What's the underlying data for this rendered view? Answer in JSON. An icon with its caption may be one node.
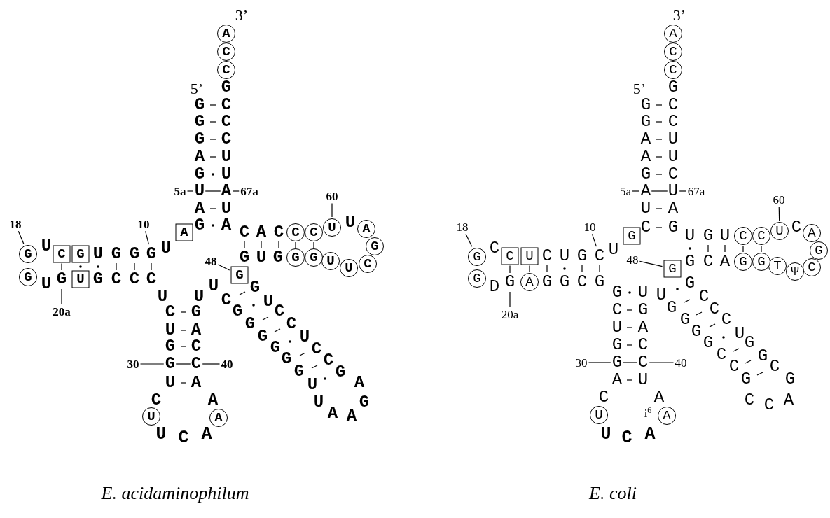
{
  "diagram": {
    "nodes": [
      {
        "text": [
          "A"
        ]
      },
      {
        "text": [
          "C"
        ]
      },
      {
        "text": [
          "C"
        ]
      },
      {
        "text": [
          "5a"
        ]
      },
      {
        "text": [
          "U"
        ]
      },
      {
        "text": [
          "A"
        ]
      },
      {
        "text": [
          "67a"
        ]
      },
      {
        "text": [
          "A"
        ]
      },
      {
        "text": [
          "10"
        ]
      },
      {
        "text": [
          "G"
        ]
      },
      {
        "text": [
          "18"
        ]
      },
      {
        "text": [
          "G"
        ]
      },
      {
        "text": [
          "C"
        ]
      },
      {
        "text": [
          "G"
        ]
      },
      {
        "text": [
          "G"
        ]
      },
      {
        "text": [
          "U"
        ]
      },
      {
        "text": [
          "G"
        ]
      },
      {
        "text": [
          "20a"
        ]
      },
      {
        "text": [
          "60"
        ]
      },
      {
        "text": [
          "C"
        ]
      },
      {
        "text": [
          "C"
        ]
      },
      {
        "text": [
          "U"
        ]
      },
      {
        "text": [
          "A"
        ]
      },
      {
        "text": [
          "G"
        ]
      },
      {
        "text": [
          "C"
        ]
      },
      {
        "text": [
          "U"
        ]
      },
      {
        "text": [
          "U"
        ]
      },
      {
        "text": [
          "G"
        ]
      },
      {
        "text": [
          "G"
        ]
      },
      {
        "text": [
          "48"
        ]
      },
      {
        "text": [
          "G"
        ]
      },
      {
        "text": [
          "30"
        ]
      },
      {
        "text": [
          "G"
        ]
      },
      {
        "text": [
          "C"
        ]
      },
      {
        "text": [
          "40"
        ]
      },
      {
        "text": [
          "U"
        ]
      },
      {
        "text": [
          "A"
        ]
      },
      {
        "text": [
          "A"
        ]
      },
      {
        "text": [
          "C"
        ]
      },
      {
        "text": [
          "C"
        ]
      },
      {
        "text": [
          "5a"
        ]
      },
      {
        "text": [
          "A"
        ]
      },
      {
        "text": [
          "U"
        ]
      },
      {
        "text": [
          "67a"
        ]
      },
      {
        "text": [
          "G"
        ]
      },
      {
        "text": [
          "10"
        ]
      },
      {
        "text": [
          "C"
        ]
      },
      {
        "text": [
          "18"
        ]
      },
      {
        "text": [
          "G"
        ]
      },
      {
        "text": [
          "C"
        ]
      },
      {
        "text": [
          "U"
        ]
      },
      {
        "text": [
          "G"
        ]
      },
      {
        "text": [
          "G"
        ]
      },
      {
        "text": [
          "A"
        ]
      },
      {
        "text": [
          "20a"
        ]
      },
      {
        "text": [
          "60"
        ]
      },
      {
        "text": [
          "C"
        ]
      },
      {
        "text": [
          "C"
        ]
      },
      {
        "text": [
          "U"
        ]
      },
      {
        "text": [
          "A"
        ]
      },
      {
        "text": [
          "G"
        ]
      },
      {
        "text": [
          "C"
        ]
      },
      {
        "text": [
          "Ψ"
        ]
      },
      {
        "text": [
          "T"
        ]
      },
      {
        "text": [
          "G"
        ]
      },
      {
        "text": [
          "G"
        ]
      },
      {
        "text": [
          "48"
        ]
      },
      {
        "text": [
          "G"
        ]
      },
      {
        "text": [
          "30"
        ]
      },
      {
        "text": [
          "G"
        ]
      },
      {
        "text": [
          "C"
        ]
      },
      {
        "text": [
          "40"
        ]
      },
      {
        "text": [
          "U"
        ]
      },
      {
        "text": [
          "A"
        ],
        "beside": [
          "i$^{6}$"
        ]
      }
    ],
    "edges": [
      {
        "from": 3,
        "to": 4,
        "arrow": "none"
      },
      {
        "from": 6,
        "to": 5,
        "arrow": "none"
      },
      {
        "from": 4,
        "to": 5,
        "arrow": "none"
      },
      {
        "from": 8,
        "to": 9,
        "arrow": "none"
      },
      {
        "from": 10,
        "to": 11,
        "arrow": "none"
      },
      {
        "from": 12,
        "to": 16,
        "arrow": "none"
      },
      {
        "from": 17,
        "to": 16,
        "arrow": "none"
      },
      {
        "from": 18,
        "to": 21,
        "arrow": "none"
      },
      {
        "from": 19,
        "to": 28,
        "arrow": "none"
      },
      {
        "from": 20,
        "to": 27,
        "arrow": "none"
      },
      {
        "from": 29,
        "to": 30,
        "arrow": "none"
      },
      {
        "from": 31,
        "to": 32,
        "arrow": "none"
      },
      {
        "from": 32,
        "to": 33,
        "arrow": "none"
      },
      {
        "from": 34,
        "to": 33,
        "arrow": "none"
      },
      {
        "from": 40,
        "to": 41,
        "arrow": "none"
      },
      {
        "from": 43,
        "to": 42,
        "arrow": "none"
      },
      {
        "from": 41,
        "to": 42,
        "arrow": "none"
      },
      {
        "from": 45,
        "to": 46,
        "arrow": "none"
      },
      {
        "from": 47,
        "to": 48,
        "arrow": "none"
      },
      {
        "from": 49,
        "to": 52,
        "arrow": "none"
      },
      {
        "from": 50,
        "to": 53,
        "arrow": "none"
      },
      {
        "from": 54,
        "to": 52,
        "arrow": "none"
      },
      {
        "from": 55,
        "to": 58,
        "arrow": "none"
      },
      {
        "from": 56,
        "to": 65,
        "arrow": "none"
      },
      {
        "from": 57,
        "to": 64,
        "arrow": "none"
      },
      {
        "from": 66,
        "to": 67,
        "arrow": "none"
      },
      {
        "from": 68,
        "to": 69,
        "arrow": "none"
      },
      {
        "from": 69,
        "to": 70,
        "arrow": "none"
      },
      {
        "from": 71,
        "to": 70,
        "arrow": "none"
      }
    ],
    "labels": [
      "3’",
      "5’",
      "G",
      "G",
      "C",
      "G",
      "C",
      "G",
      "C",
      "A",
      "U",
      "G",
      "U",
      "A",
      "U",
      "G",
      "A",
      "U",
      "U",
      "G",
      "G",
      "U",
      "U",
      "G",
      "C",
      "C",
      "C",
      "C",
      "A",
      "C",
      "U",
      "G",
      "U",
      "G",
      "U",
      "U",
      "C",
      "G",
      "U",
      "A",
      "G",
      "C",
      "U",
      "A",
      "C",
      "A",
      "U",
      "C",
      "G",
      "G",
      "G",
      "G",
      "G",
      "G",
      "U",
      "U",
      "A",
      "A",
      "G",
      "A",
      "G",
      "C",
      "C",
      "U",
      "C",
      "C",
      "U",
      "G",
      "U",
      "C",
      "A",
      "E. acidaminophilum",
      "3’",
      "5’",
      "G",
      "G",
      "C",
      "G",
      "C",
      "A",
      "U",
      "A",
      "U",
      "G",
      "C",
      "U",
      "A",
      "C",
      "G",
      "C",
      "C",
      "U",
      "G",
      "U",
      "D",
      "G",
      "G",
      "C",
      "G",
      "U",
      "G",
      "U",
      "C",
      "G",
      "C",
      "A",
      "G",
      "U",
      "C",
      "G",
      "U",
      "A",
      "G",
      "C",
      "A",
      "U",
      "C",
      "A",
      "U",
      "G",
      "G",
      "G",
      "G",
      "C",
      "C",
      "G",
      "C",
      "C",
      "A",
      "G",
      "C",
      "G",
      "G",
      "U",
      "C",
      "C",
      "C",
      "G",
      "U",
      "C",
      "A",
      "E. coli"
    ]
  }
}
